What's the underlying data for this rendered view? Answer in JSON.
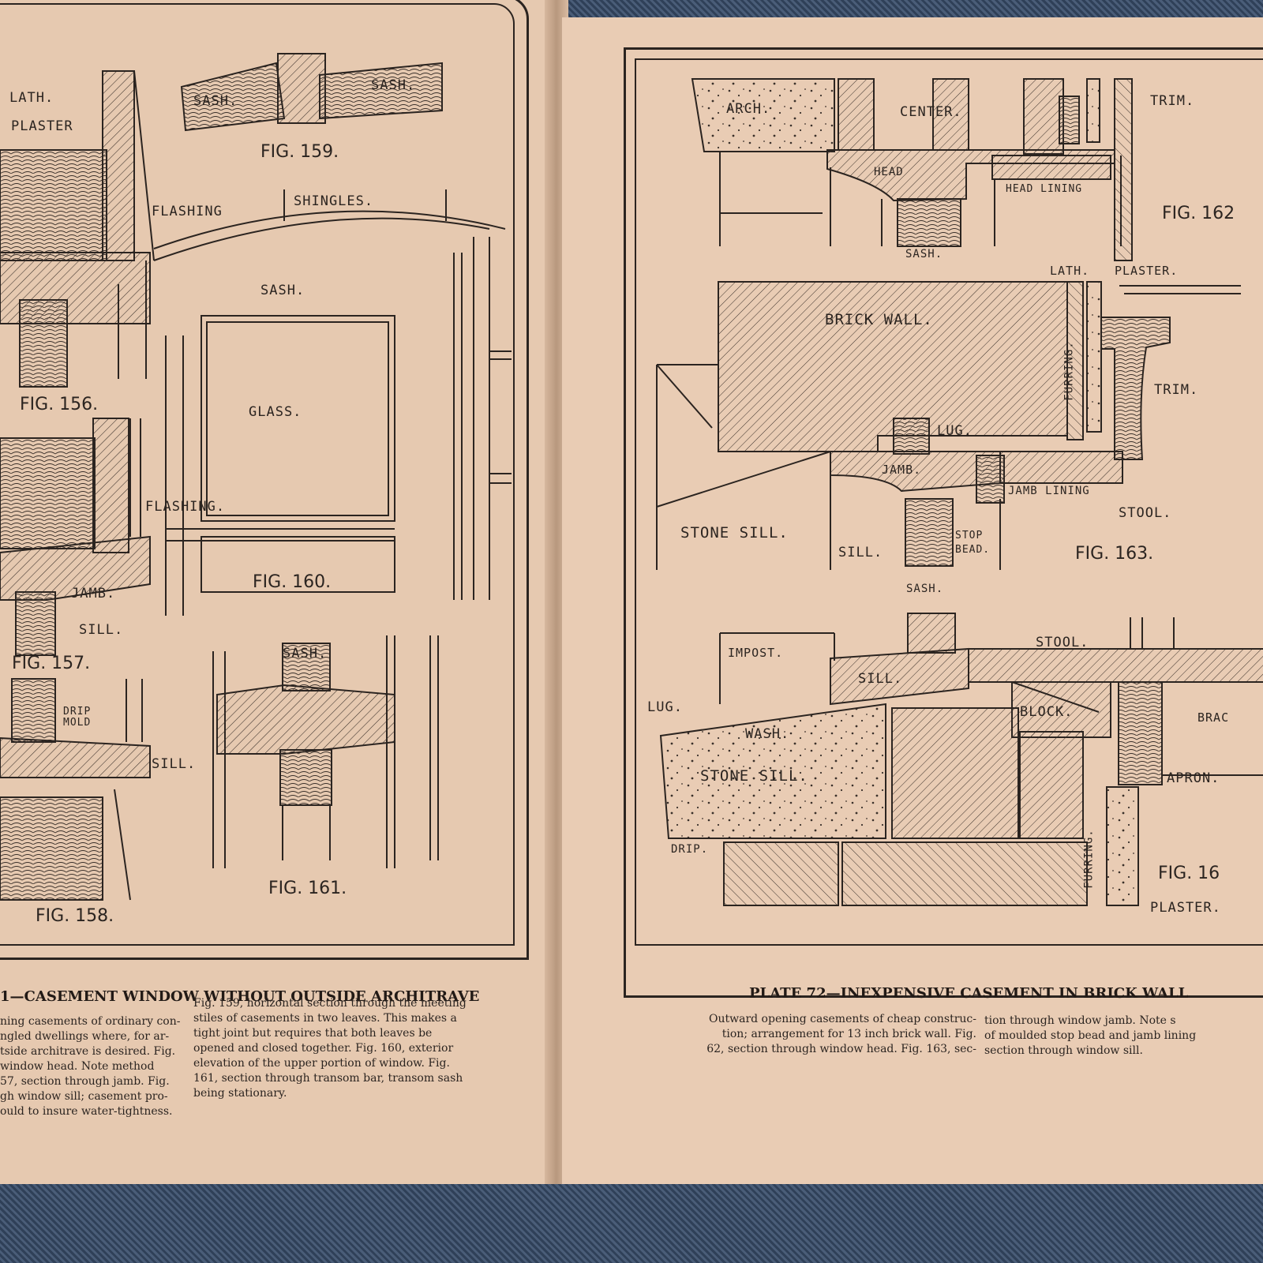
{
  "left_page": {
    "labels": {
      "lath": "LATH.",
      "plaster": "PLASTER",
      "sash_159a": "SASH.",
      "sash_159b": "SASH.",
      "fig159": "FIG. 159.",
      "flashing_1": "FLASHING",
      "shingles": "SHINGLES.",
      "sash_160": "SASH.",
      "glass": "GLASS.",
      "fig156": "FIG. 156.",
      "flashing_2": "FLASHING.",
      "fig160": "FIG. 160.",
      "jamb": "JAMB.",
      "sill_157": "SILL.",
      "fig157": "FIG. 157.",
      "sash_161": "SASH.",
      "drip_mold": "DRIP MOLD",
      "sill_158": "SILL.",
      "fig158": "FIG. 158.",
      "fig161": "FIG. 161."
    },
    "caption": {
      "title": "1—CASEMENT WINDOW WITHOUT OUTSIDE ARCHITRAVE",
      "col1": [
        "ning casements of ordinary con-",
        "ngled dwellings where, for ar-",
        "tside architrave is desired. Fig.",
        "window head. Note method",
        "57, section through jamb. Fig.",
        "gh window sill; casement pro-",
        "ould to insure water-tightness."
      ],
      "col2": [
        "Fig. 159, horizontal section through the meeting",
        "stiles of casements in two leaves. This makes a",
        "tight joint but requires that both leaves be",
        "opened and closed together. Fig. 160, exterior",
        "elevation of the upper portion of window. Fig.",
        "161, section through transom bar, transom sash",
        "being stationary."
      ]
    }
  },
  "right_page": {
    "labels": {
      "arch": "ARCH.",
      "center": "CENTER.",
      "trim_1": "TRIM.",
      "head": "HEAD",
      "head_lining": "HEAD LINING",
      "fig162": "FIG. 162",
      "sash_162": "SASH.",
      "lath": "LATH.",
      "plaster_1": "PLASTER.",
      "brick_wall": "BRICK WALL.",
      "furring_1": "FURRING.",
      "trim_2": "TRIM.",
      "lug_1": "LUG.",
      "jamb": "JAMB.",
      "jamb_lining": "JAMB LINING",
      "stool_1": "STOOL.",
      "stone_sill_1": "STONE SILL.",
      "sill_163": "SILL.",
      "stop_bead": "STOP BEAD.",
      "fig163": "FIG. 163.",
      "sash_164": "SASH.",
      "impost": "IMPOST.",
      "stool_2": "STOOL.",
      "sill_164": "SILL.",
      "lug_2": "LUG.",
      "block": "BLOCK.",
      "bracket": "BRAC",
      "wash": "WASH.",
      "stone_sill_2": "STONE SILL.",
      "apron": "APRON.",
      "drip": "DRIP.",
      "furring_2": "FURRING.",
      "fig164": "FIG. 16",
      "plaster_2": "PLASTER."
    },
    "caption": {
      "title": "PLATE 72—INEXPENSIVE CASEMENT IN BRICK WALL",
      "col1": [
        "Outward opening casements of cheap construc-",
        "tion; arrangement for 13 inch brick wall. Fig.",
        "62, section through window head. Fig. 163, sec-"
      ],
      "col2": [
        "tion through window jamb. Note s",
        "of moulded stop bead and jamb lining",
        "section through window sill."
      ]
    }
  }
}
